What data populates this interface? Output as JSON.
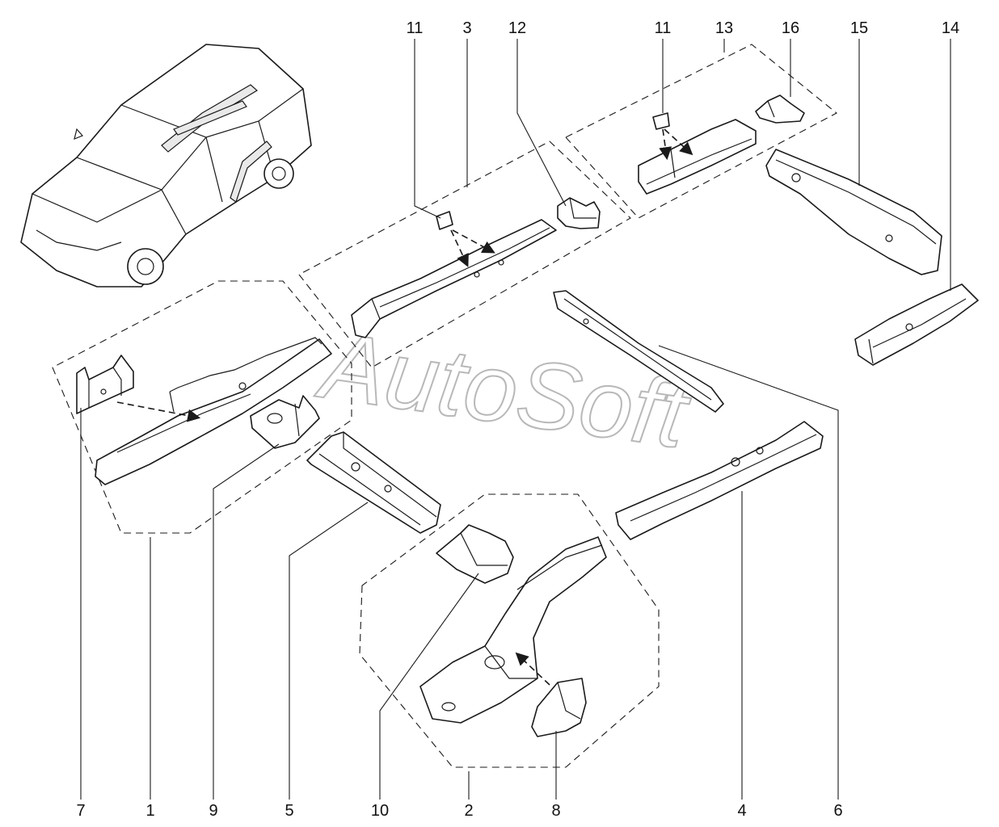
{
  "watermark": "AutoSoft",
  "callouts": {
    "c7": "7",
    "c1": "1",
    "c9": "9",
    "c5": "5",
    "c10": "10",
    "c2": "2",
    "c8": "8",
    "c4": "4",
    "c6": "6",
    "c11a": "11",
    "c3": "3",
    "c12": "12",
    "c11b": "11",
    "c13": "13",
    "c16": "16",
    "c15": "15",
    "c14": "14"
  }
}
